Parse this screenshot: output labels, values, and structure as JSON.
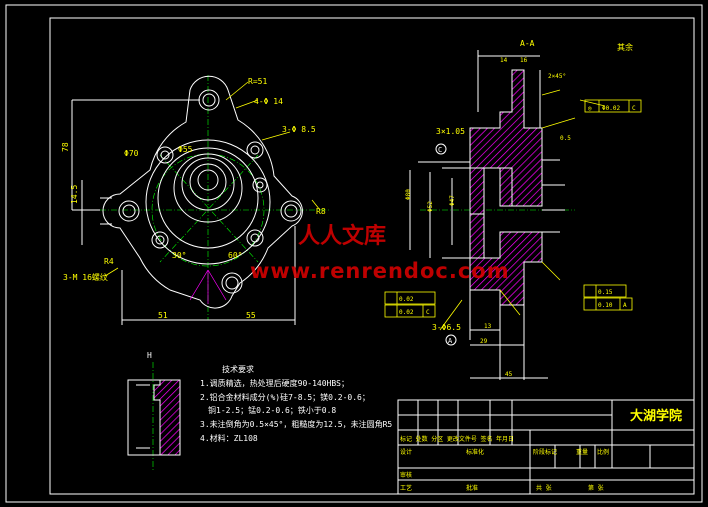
{
  "view_labels": {
    "section_mark": "A-A",
    "axis_h": "H"
  },
  "dims_front": {
    "r51": "R=51",
    "r4_14": "4-Φ 14",
    "holes_3": "3-Φ 8.5",
    "phi70": "Φ70",
    "phi55": "Φ55",
    "angle30": "30°",
    "angle60": "60°",
    "left_dim": "78",
    "left_dim2": "14.5",
    "bottom_51": "51",
    "bottom_55": "55",
    "thread": "3-M 16螺纹",
    "r4": "R4",
    "r8": "R8"
  },
  "dims_section": {
    "top_a": "A-A",
    "t1": "14",
    "t2": "16",
    "t3": "2×45°",
    "t4": "0.5",
    "gdt1": "◎",
    "gdt1_val": "Φ0.02",
    "gdt1_ref": "C",
    "gdt2_val": "0.02",
    "gdt2_ref": "C",
    "gdt3_val": "0.15",
    "gdt4_val": "0.10",
    "gdt4_ref": "A",
    "left1": "3×1.05",
    "left2": "Φ80",
    "left3": "Φ52",
    "left4": "Φ47",
    "b1": "3-Φ6.5",
    "b2": "13",
    "b3": "29",
    "b4": "45",
    "label_c": "C",
    "label_a": "A",
    "rest": "其余"
  },
  "notes": {
    "heading": "技术要求",
    "line1": "1.调质精选，热处理后硬度90-140HBS；",
    "line2": "2.铝合金材料成分(%)硅7-8.5；镁0.2-0.6；",
    "line3": "铜1-2.5；锰0.2-0.6；铁小于0.8",
    "line4": "3.未注倒角为0.5×45°，粗糙度为12.5，未注圆角R5",
    "line5": "4.材料：ZL108"
  },
  "title_block": {
    "school": "大湖学院",
    "row_header": "标记 处数 分区 更改文件号 签名 年月日",
    "design": "设计",
    "standard": "标准化",
    "stage": "阶段标记",
    "weight": "重量",
    "scale": "比例",
    "review": "审核",
    "process": "工艺",
    "approve": "批准",
    "sheets": "共  张",
    "sheet_no": "第  张"
  },
  "watermark": {
    "line1": "人人文库",
    "line2": "www.renrendoc.com"
  },
  "colors": {
    "background": "#000000",
    "frame": "#ffffff",
    "text": "#ffff00",
    "center": "#00ff00",
    "section": "#ff00ff",
    "watermark": "#e00000"
  }
}
